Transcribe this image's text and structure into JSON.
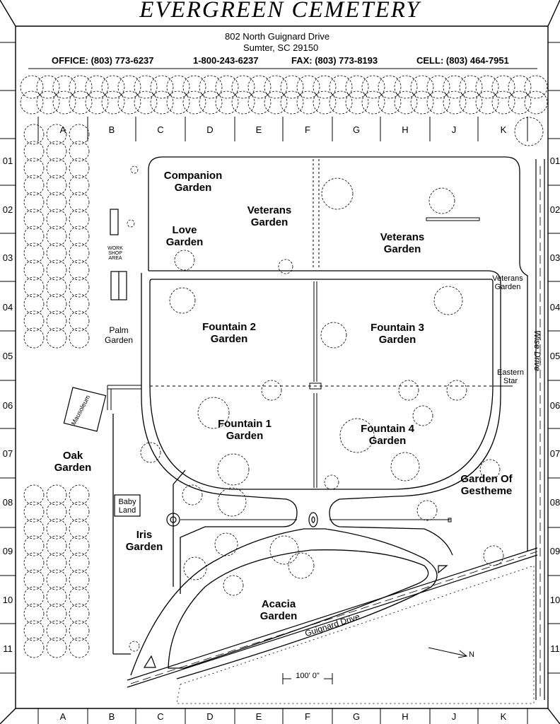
{
  "header": {
    "title": "EVERGREEN CEMETERY",
    "address_line1": "802 North Guignard Drive",
    "address_line2": "Sumter, SC  29150",
    "office": "OFFICE:  (803) 773-6237",
    "tollfree": "1-800-243-6237",
    "fax": "FAX:  (803) 773-8193",
    "cell": "CELL: (803) 464-7951"
  },
  "grid": {
    "columns": [
      "A",
      "B",
      "C",
      "D",
      "E",
      "F",
      "G",
      "H",
      "J",
      "K"
    ],
    "rows": [
      "01",
      "02",
      "03",
      "04",
      "05",
      "06",
      "07",
      "08",
      "09",
      "10",
      "11"
    ]
  },
  "gardens": {
    "companion": "Companion Garden",
    "veterans_small": "Veterans Garden",
    "veterans_large": "Veterans Garden",
    "veterans_corner": "Veterans Garden",
    "love": "Love Garden",
    "palm": "Palm Garden",
    "fountain1": "Fountain 1 Garden",
    "fountain2": "Fountain 2 Garden",
    "fountain3": "Fountain 3 Garden",
    "fountain4": "Fountain 4 Garden",
    "oak": "Oak Garden",
    "iris": "Iris Garden",
    "acacia": "Acacia Garden",
    "gestheme": "Garden Of Gestheme",
    "baby_land": "Baby Land",
    "eastern_star": "Eastern Star"
  },
  "features": {
    "workshop": "WORK SHOP AREA",
    "mausoleum": "Mausoleum",
    "wise_drive": "Wise Drive",
    "guignard_drive": "Guignard Drive",
    "scale": "100' 0\"",
    "north": "N"
  }
}
